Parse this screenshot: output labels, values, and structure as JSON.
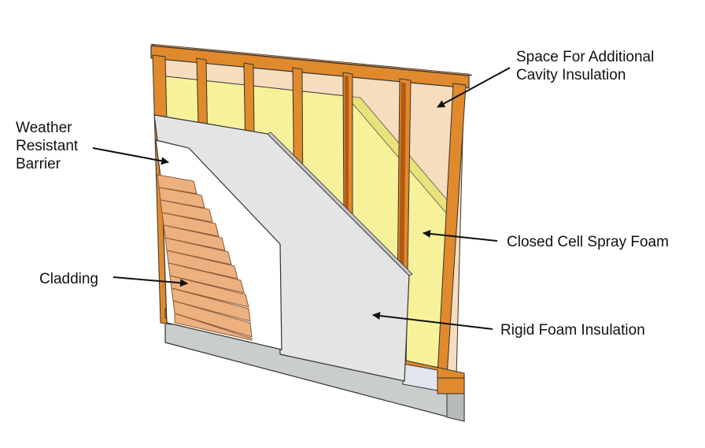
{
  "labels": {
    "space_for_additional": "Space For Additional\nCavity Insulation",
    "weather_resistant_barrier": "Weather\nResistant\nBarrier",
    "cladding": "Cladding",
    "closed_cell_spray_foam": "Closed Cell Spray Foam",
    "rigid_foam_insulation": "Rigid Foam Insulation"
  },
  "colors": {
    "stud_wood": "#e08a2c",
    "stud_dark": "#b25a12",
    "cavity_back": "#f7ddbd",
    "spray_foam": "#f7f29a",
    "spray_foam_shade": "#e9e27a",
    "rigid_foam": "#e4e4e4",
    "barrier": "#ffffff",
    "cladding": "#edb07f",
    "cladding_line": "#8a5a35",
    "foundation": "#c9cdcc",
    "outline": "#222222"
  }
}
